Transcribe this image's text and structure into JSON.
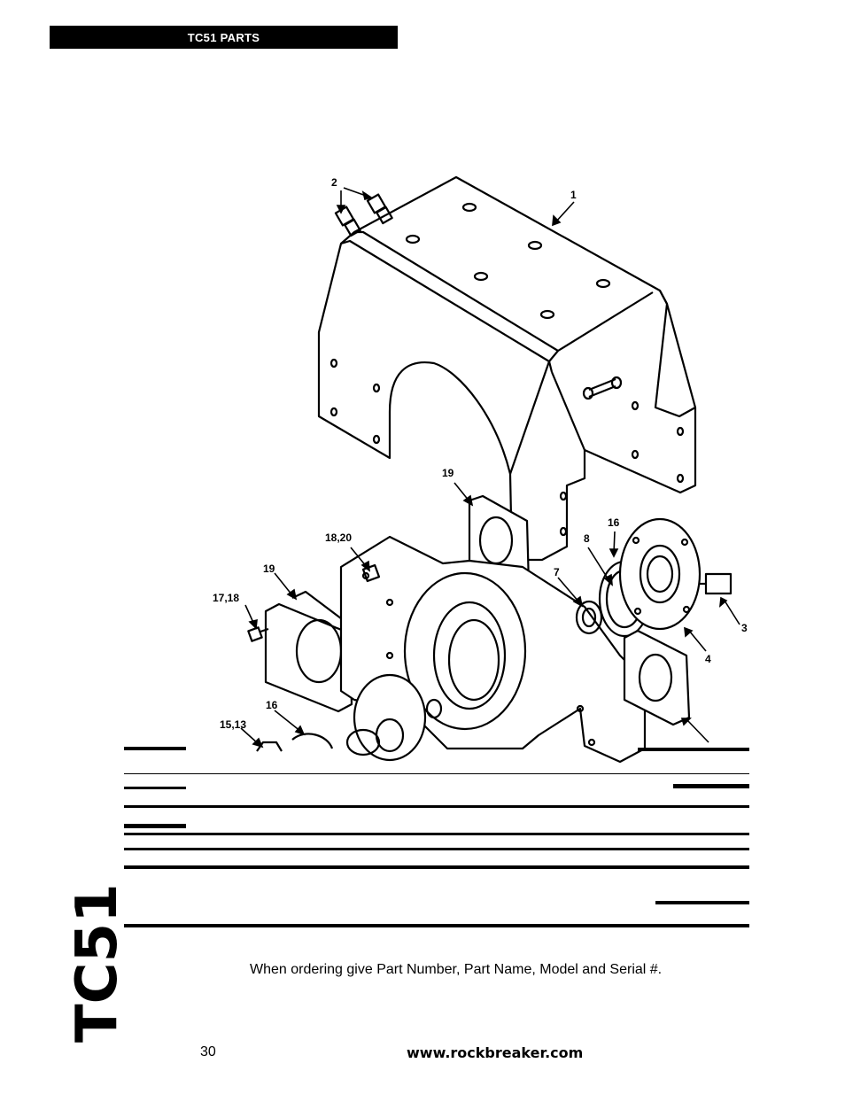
{
  "header": {
    "section_title": "TC51 PARTS"
  },
  "side_title": "TC51",
  "callouts": [
    "2",
    "1",
    "19",
    "16",
    "8",
    "7",
    "18,20",
    "19",
    "17,18",
    "3",
    "4",
    "16",
    "15,13"
  ],
  "footer": {
    "ordering_note": "When ordering give Part Number, Part Name, Model and Serial #.",
    "page_number": "30",
    "website": "www.rockbreaker.com"
  }
}
